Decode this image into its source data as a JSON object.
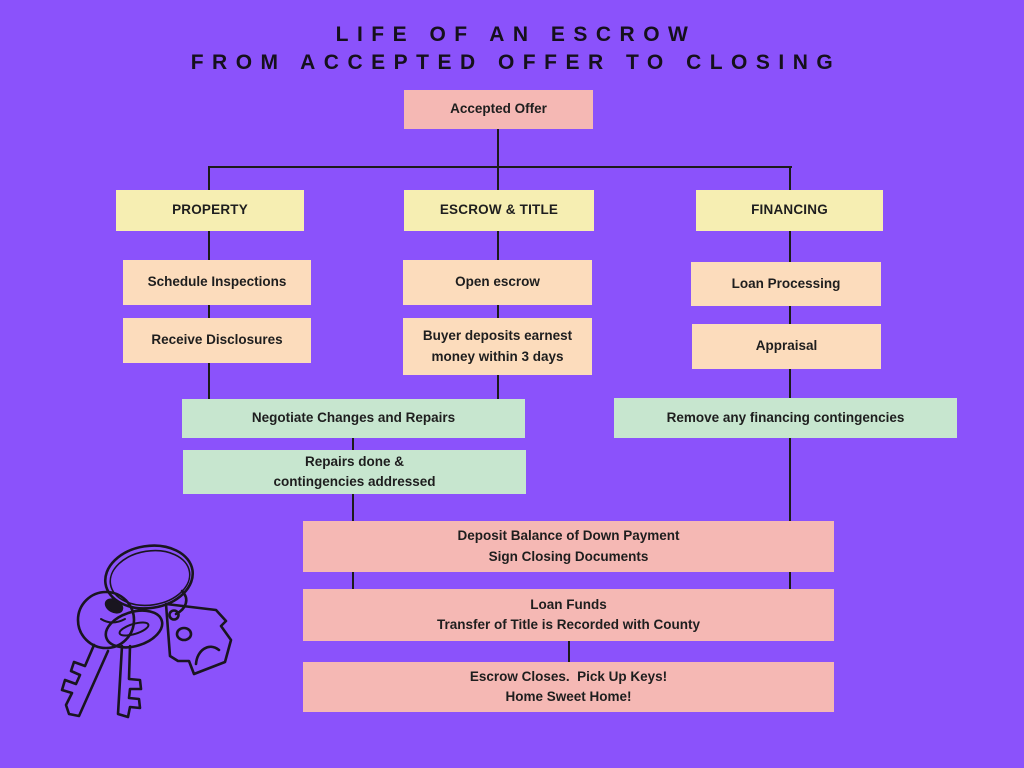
{
  "title": {
    "line1": "LIFE OF AN ESCROW",
    "line2": "FROM ACCEPTED OFFER TO CLOSING"
  },
  "colors": {
    "background": "#8B52FB",
    "pink": "#F5B8B4",
    "yellow": "#F6EEB2",
    "peach": "#FCDCBC",
    "green": "#C7E6CF",
    "line": "#1B1B1B",
    "text": "#1E1E1E",
    "title_text": "#15101C",
    "sketch": "#19151F"
  },
  "nodes": {
    "accepted_offer": {
      "label": "Accepted Offer"
    },
    "property": {
      "label": "PROPERTY"
    },
    "escrow_title": {
      "label": "ESCROW & TITLE"
    },
    "financing": {
      "label": "FINANCING"
    },
    "schedule_inspections": {
      "label": "Schedule Inspections"
    },
    "open_escrow": {
      "label": "Open escrow"
    },
    "loan_processing": {
      "label": "Loan Processing"
    },
    "receive_disclosures": {
      "label": "Receive Disclosures"
    },
    "buyer_deposits": {
      "label": "Buyer deposits earnest\nmoney within 3 days"
    },
    "appraisal": {
      "label": "Appraisal"
    },
    "negotiate": {
      "label": "Negotiate Changes and Repairs"
    },
    "remove_contingencies": {
      "label": "Remove any financing contingencies"
    },
    "repairs_done": {
      "label": "Repairs done &\ncontingencies addressed"
    },
    "deposit_balance": {
      "label": "Deposit Balance of Down Payment\nSign Closing Documents"
    },
    "loan_funds": {
      "label": "Loan Funds\nTransfer of Title is Recorded with County"
    },
    "escrow_closes": {
      "label": "Escrow Closes.  Pick Up Keys!\nHome Sweet Home!"
    }
  },
  "illustration": {
    "name": "keys-with-house-keychain"
  }
}
